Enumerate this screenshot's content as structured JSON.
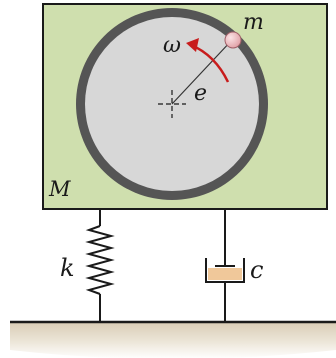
{
  "diagram": {
    "labels": {
      "mass_small": "m",
      "mass_large": "M",
      "angular_velocity": "ω",
      "eccentricity": "e",
      "spring_constant": "k",
      "damping": "c"
    },
    "colors": {
      "housing_fill": "#cfdfae",
      "housing_stroke": "#1a1a1a",
      "disk_fill": "#d7d7d7",
      "ring_stroke": "#555555",
      "small_mass_fill": "#e8b8bc",
      "arrow": "#c81c1c",
      "damper_fluid": "#f0c89a",
      "ground_fill": "#e6dccb",
      "ground_shadow": "#f1ece3",
      "line": "#1a1a1a"
    }
  }
}
